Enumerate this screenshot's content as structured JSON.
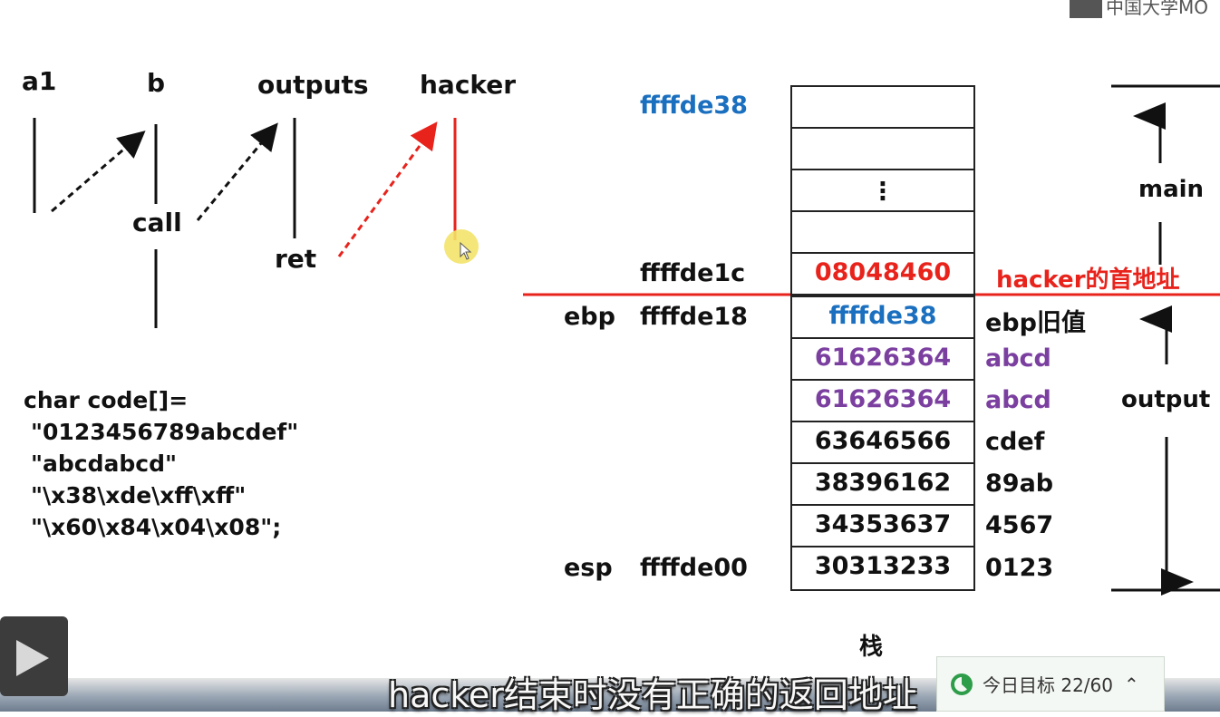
{
  "logo_text": "中国大学MO",
  "flow": {
    "a1": "a1",
    "b": "b",
    "outputs": "outputs",
    "hacker": "hacker",
    "call": "call",
    "ret": "ret"
  },
  "code": {
    "line1": "char code[]=",
    "line2": "\"0123456789abcdef\"",
    "line3": "\"abcdabcd\"",
    "line4": "\"\\x38\\xde\\xff\\xff\"",
    "line5": "\"\\x60\\x84\\x04\\x08\";"
  },
  "stack": {
    "rows": [
      {
        "addr": "ffffde38",
        "value": "",
        "note": ""
      },
      {
        "addr": "",
        "value": "",
        "note": ""
      },
      {
        "addr": "",
        "value": "⋮",
        "note": ""
      },
      {
        "addr": "",
        "value": "",
        "note": ""
      },
      {
        "addr": "ffffde1c",
        "value": "08048460",
        "note": "hacker的首地址"
      },
      {
        "reg": "ebp",
        "addr": "ffffde18",
        "value": "ffffde38",
        "note": "ebp旧值"
      },
      {
        "addr": "",
        "value": "61626364",
        "note": "abcd"
      },
      {
        "addr": "",
        "value": "61626364",
        "note": "abcd"
      },
      {
        "addr": "",
        "value": "63646566",
        "note": "cdef"
      },
      {
        "addr": "",
        "value": "38396162",
        "note": "89ab"
      },
      {
        "addr": "",
        "value": "34353637",
        "note": "4567"
      },
      {
        "reg": "esp",
        "addr": "ffffde00",
        "value": "30313233",
        "note": "0123"
      }
    ],
    "label": "栈",
    "frame_main": "main",
    "frame_output": "output"
  },
  "colors": {
    "blue": "#1a6fbf",
    "red": "#e8231c",
    "purple": "#7b3fa0",
    "cursor_highlight": "#f3e36a"
  },
  "subtitle": "hacker结束时没有正确的返回地址",
  "goal": {
    "text": "今日目标 22/60",
    "progress": 0.3667
  }
}
